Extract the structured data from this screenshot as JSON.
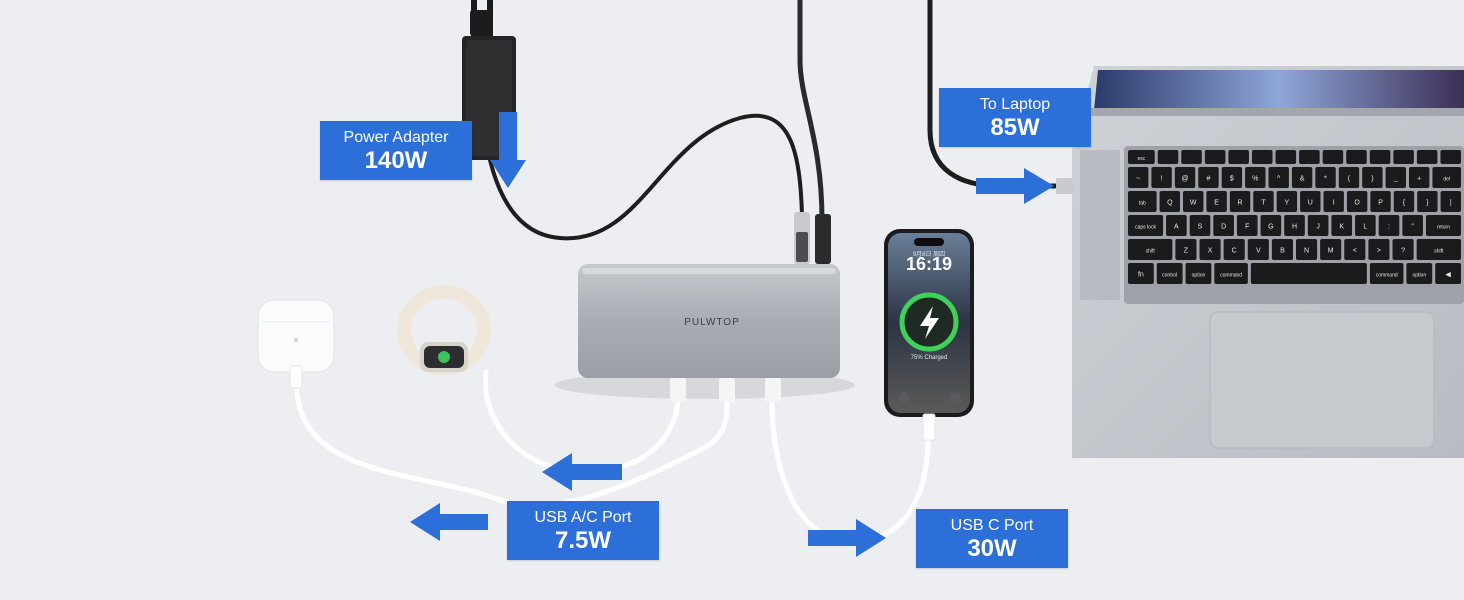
{
  "labels": {
    "power_adapter": {
      "title": "Power Adapter",
      "value": "140W"
    },
    "to_laptop": {
      "title": "To Laptop",
      "value": "85W"
    },
    "usb_ac_port": {
      "title": "USB A/C Port",
      "value": "7.5W"
    },
    "usb_c_port": {
      "title": "USB C Port",
      "value": "30W"
    }
  },
  "hub": {
    "brand": "PULWTOP"
  },
  "phone": {
    "time": "16:19",
    "date": "9月8日 周四",
    "charge_status": "75% Charged"
  },
  "keyboard": {
    "row1": [
      "esc",
      "",
      "",
      "",
      "",
      "",
      "",
      "",
      "",
      "",
      "",
      "",
      "",
      ""
    ],
    "row2": [
      "~",
      "!",
      "@",
      "#",
      "$",
      "%",
      "^",
      "&",
      "*",
      "(",
      ")",
      "_",
      "+",
      "del"
    ],
    "row3": [
      "tab",
      "Q",
      "W",
      "E",
      "R",
      "T",
      "Y",
      "U",
      "I",
      "O",
      "P",
      "{",
      "}",
      "|"
    ],
    "row4": [
      "caps lock",
      "A",
      "S",
      "D",
      "F",
      "G",
      "H",
      "J",
      "K",
      "L",
      ":",
      "\"",
      "return"
    ],
    "row5": [
      "shift",
      "Z",
      "X",
      "C",
      "V",
      "B",
      "N",
      "M",
      "<",
      ">",
      "?",
      "shift"
    ],
    "row6": [
      "fn",
      "control",
      "option",
      "command",
      "",
      "command",
      "option",
      "◀"
    ]
  },
  "colors": {
    "accent": "#2c6fd8",
    "background": "#eceef2",
    "charge_ring": "#3fd15a"
  }
}
